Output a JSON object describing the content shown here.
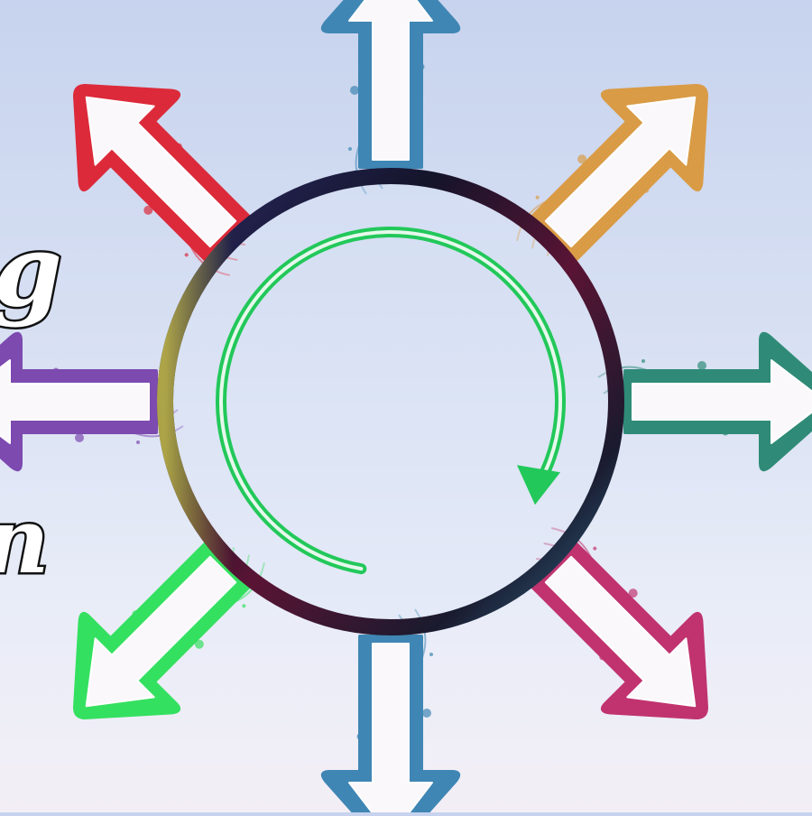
{
  "scene": {
    "arrows": [
      {
        "name": "arrow-up",
        "angle": -90,
        "color": "#3f86b4"
      },
      {
        "name": "arrow-up-right",
        "angle": -45,
        "color": "#d99b45"
      },
      {
        "name": "arrow-right",
        "angle": 0,
        "color": "#2f8b77"
      },
      {
        "name": "arrow-down-right",
        "angle": 45,
        "color": "#c0336f"
      },
      {
        "name": "arrow-down",
        "angle": 90,
        "color": "#3f86b4"
      },
      {
        "name": "arrow-down-left",
        "angle": 135,
        "color": "#34e060"
      },
      {
        "name": "arrow-left",
        "angle": 180,
        "color": "#7d4ab0"
      },
      {
        "name": "arrow-up-left",
        "angle": -135,
        "color": "#dc2a3a"
      }
    ],
    "ring_colors": [
      "#1a3c8a",
      "#1a1a2e",
      "#6a1030",
      "#1a1a2e",
      "#2f6c8c",
      "#1a1a2e",
      "#b8b04a",
      "#1a1a2e"
    ],
    "cycle_arrow_color": "#22c85a"
  },
  "edge_text": {
    "top_fragment": "g",
    "bottom_fragment": "n"
  }
}
